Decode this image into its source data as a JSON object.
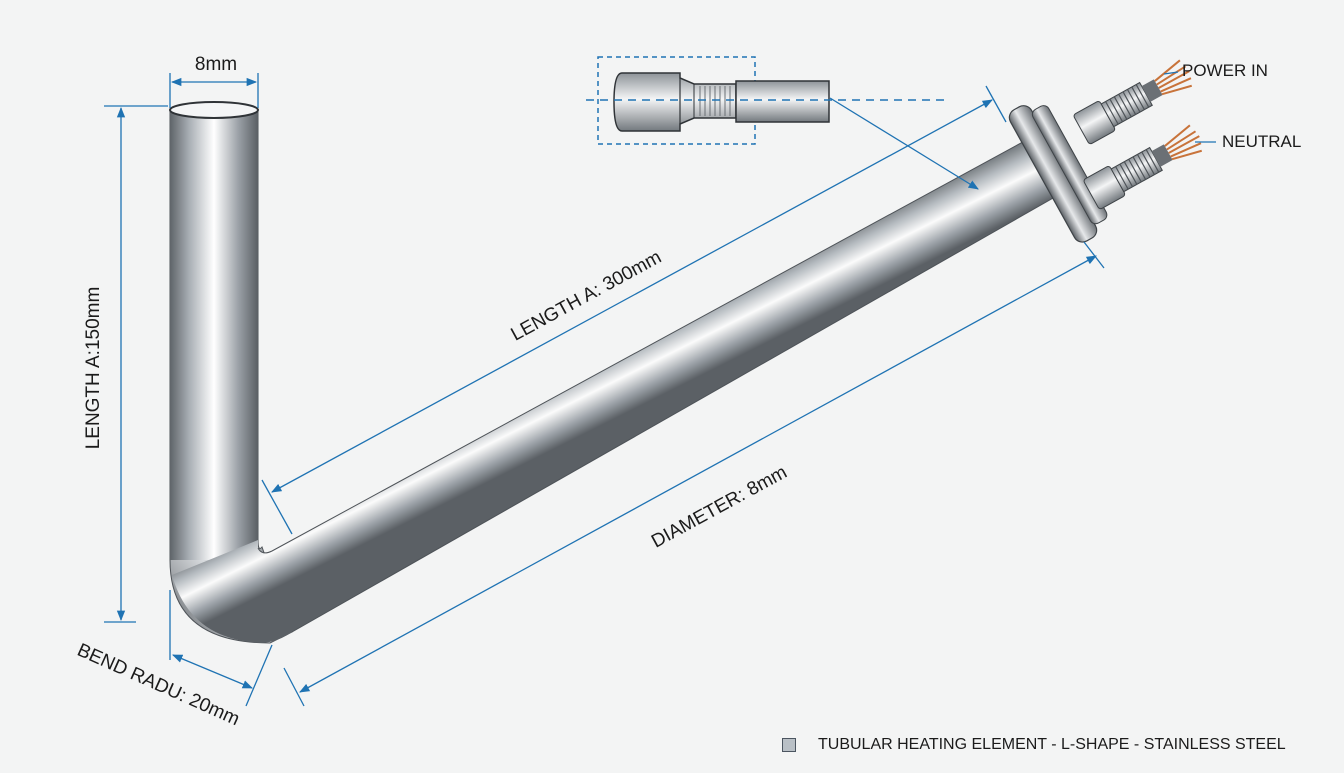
{
  "labels": {
    "top_diameter": "8mm",
    "vertical_length": "LENGTH A:150mm",
    "diagonal_length": "LENGTH A: 300mm",
    "diameter": "DIAMETER: 8mm",
    "bend_radius": "BEND RADU: 20mm",
    "power_in": "POWER IN",
    "neutral": "NEUTRAL"
  },
  "legend": {
    "text": "TUBULAR HEATING ELEMENT - L-SHAPE - STAINLESS STEEL"
  },
  "colors": {
    "dimension_line": "#1f73b3",
    "background": "#f3f4f4",
    "steel_light": "#ffffff",
    "steel_dark": "#6a6f74",
    "copper": "#c8733a"
  }
}
